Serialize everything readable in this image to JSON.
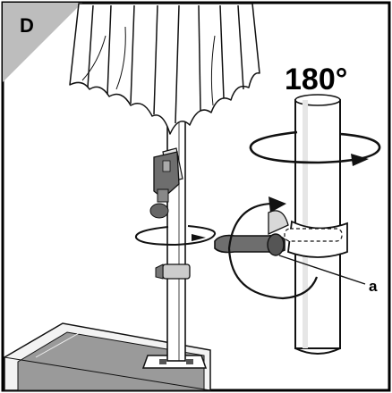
{
  "panel": {
    "step_label": "D",
    "rotation_label": "180°",
    "callout_label": "a"
  },
  "colors": {
    "frame": "#000000",
    "line": "#111111",
    "corner_tab": "#bdbdbd",
    "handle": "#6e6e6e",
    "shade": "#cfcfcf",
    "base_dark": "#9a9a9a"
  }
}
